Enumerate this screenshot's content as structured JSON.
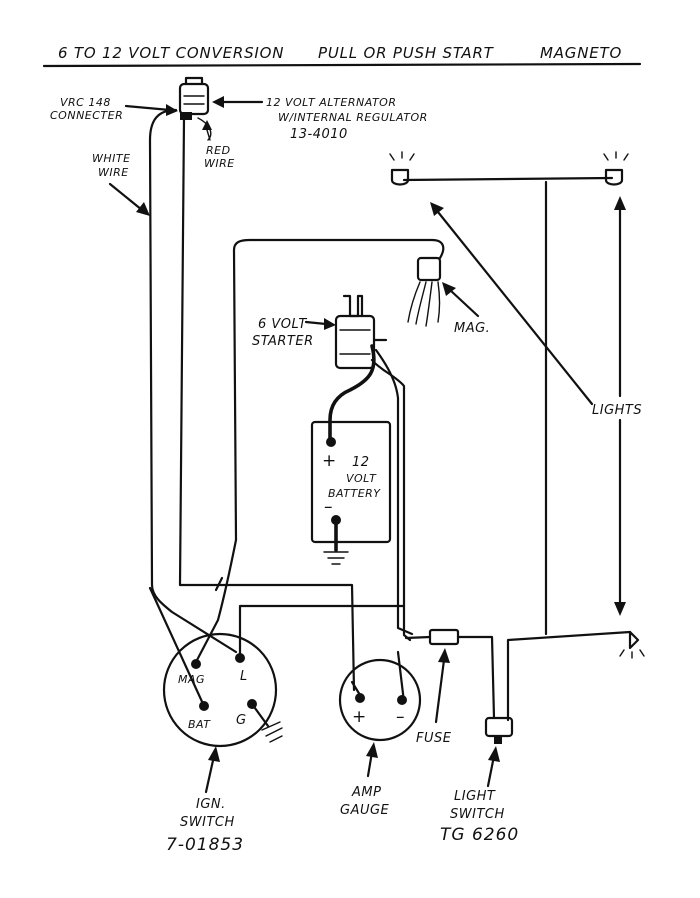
{
  "header": {
    "title_left": "6 TO 12 VOLT CONVERSION",
    "title_center": "PULL OR PUSH START",
    "title_right": "MAGNETO"
  },
  "components": {
    "alternator": {
      "line1": "12 VOLT ALTERNATOR",
      "line2": "W/INTERNAL REGULATOR",
      "part": "13-4010"
    },
    "connector": {
      "line1": "VRC 148",
      "line2": "CONNECTER"
    },
    "red_wire": {
      "line1": "RED",
      "line2": "WIRE"
    },
    "white_wire": {
      "line1": "WHITE",
      "line2": "WIRE"
    },
    "magneto": {
      "label": "MAG."
    },
    "starter": {
      "line1": "6 VOLT",
      "line2": "STARTER"
    },
    "battery": {
      "line1": "12",
      "line2": "VOLT",
      "line3": "BATTERY",
      "plus": "+",
      "minus": "–"
    },
    "lights": {
      "label": "LIGHTS"
    },
    "ignition_switch": {
      "terminal_mag": "MAG",
      "terminal_l": "L",
      "terminal_bat": "BAT",
      "terminal_g": "G",
      "line1": "IGN.",
      "line2": "SWITCH",
      "part": "7-01853"
    },
    "amp_gauge": {
      "plus": "+",
      "minus": "–",
      "line1": "AMP",
      "line2": "GAUGE"
    },
    "fuse": {
      "label": "FUSE"
    },
    "light_switch": {
      "line1": "LIGHT",
      "line2": "SWITCH",
      "part": "TG 6260"
    }
  },
  "colors": {
    "ink": "#111111",
    "paper": "#ffffff"
  }
}
